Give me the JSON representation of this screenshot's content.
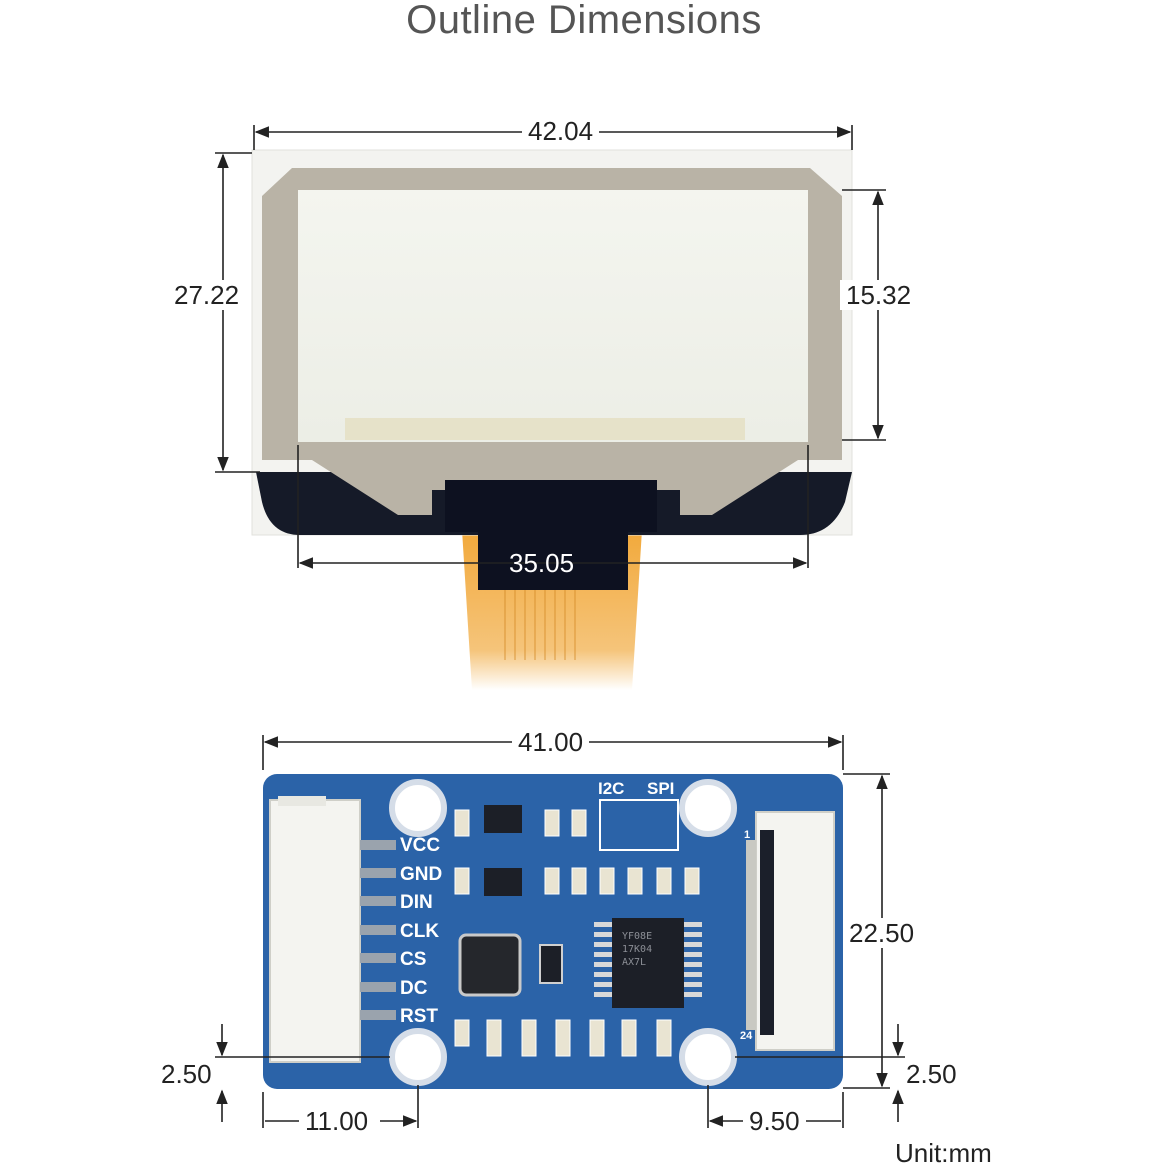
{
  "title": "Outline Dimensions",
  "unit_label": "Unit:mm",
  "oled_dimensions": {
    "overall_width": "42.04",
    "overall_height": "27.22",
    "active_height": "15.32",
    "active_width": "35.05"
  },
  "board_dimensions": {
    "board_width": "41.00",
    "hole_span_height": "22.50",
    "left_hole_offset_y": "2.50",
    "right_hole_offset_y": "2.50",
    "left_hole_offset_x": "11.00",
    "right_hole_offset_x": "9.50"
  },
  "board": {
    "pins": [
      "VCC",
      "GND",
      "DIN",
      "CLK",
      "CS",
      "DC",
      "RST"
    ],
    "interface_labels": [
      "I2C",
      "SPI"
    ],
    "chip_marking": [
      "YF08E",
      "17K04",
      "AX7L"
    ],
    "connector_pin_first": "1",
    "connector_pin_last": "24"
  },
  "colors": {
    "pcb": "#2b63a8",
    "fpc": "#f2a93b",
    "glass": "#f1f2ec",
    "bezel": "#b9b3a6",
    "dark": "#151a28"
  }
}
